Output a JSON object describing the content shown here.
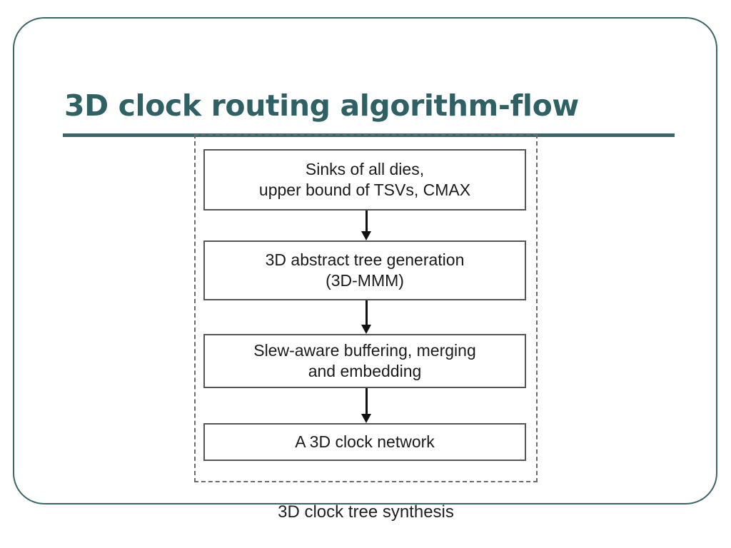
{
  "slide": {
    "title": "3D clock routing algorithm-flow",
    "accent_color": "#3a6669",
    "title_color": "#2f6164",
    "background_color": "#ffffff"
  },
  "diagram": {
    "group_label": "3D clock tree synthesis",
    "group_border_style": "dashed",
    "group_border_color": "#6b6b6b",
    "box_border_color": "#555555",
    "arrow_color": "#111111",
    "boxes": [
      {
        "id": "inputs",
        "text": "Sinks of all dies,\nupper bound of TSVs, CMAX"
      },
      {
        "id": "abstract-tree",
        "text": "3D abstract tree generation\n(3D-MMM)"
      },
      {
        "id": "buffering",
        "text": "Slew-aware buffering, merging\nand embedding"
      },
      {
        "id": "output",
        "text": "A 3D clock network"
      }
    ],
    "connectors": [
      {
        "from": "inputs",
        "to": "abstract-tree",
        "type": "arrow-down"
      },
      {
        "from": "abstract-tree",
        "to": "buffering",
        "type": "arrow-down"
      },
      {
        "from": "buffering",
        "to": "output",
        "type": "arrow-down"
      }
    ]
  }
}
